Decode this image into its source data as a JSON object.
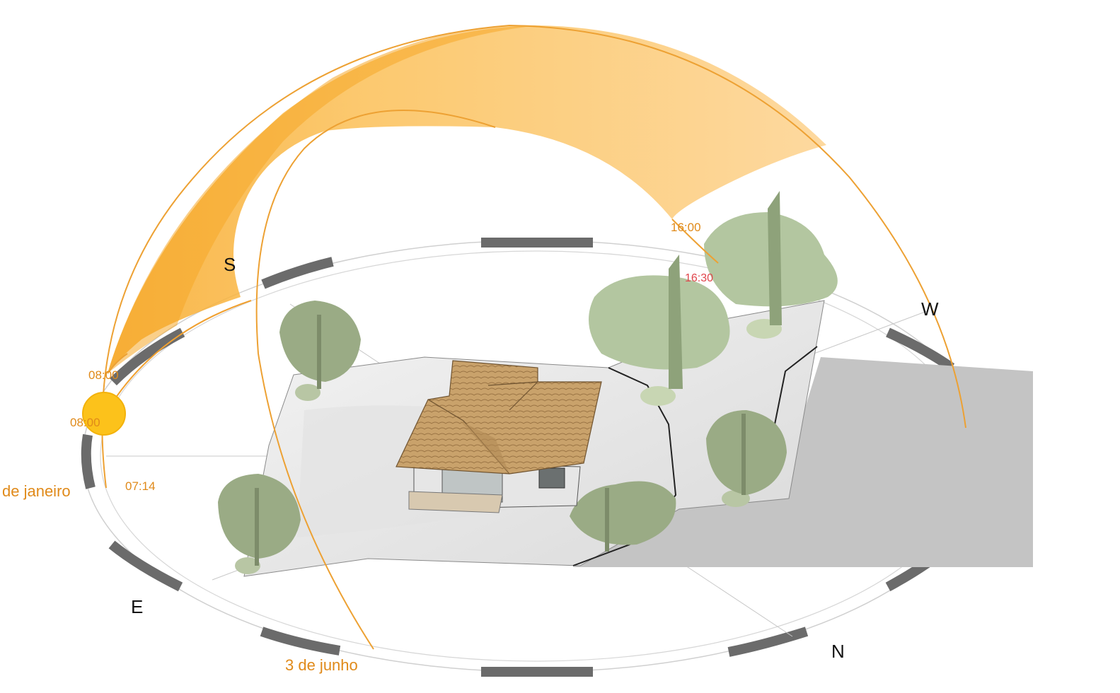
{
  "compass": {
    "south": "S",
    "west": "W",
    "east": "E",
    "north": "N"
  },
  "times": {
    "t_0800_upper": "08:00",
    "t_0800_lower": "08:00",
    "t_0714": "07:14",
    "t_1600": "16:00",
    "t_1630": "16:30"
  },
  "dates": {
    "january": "de janeiro",
    "june": "3 de junho"
  },
  "colors": {
    "sun_band": "#fbc46a",
    "sun_band_dark": "#f4a62a",
    "sun_path_line": "#eda133",
    "sun": "#fcc21b",
    "shadow": "#bdbdbd",
    "foliage": "#a6b890",
    "roof": "#c9a26b",
    "time_orange": "#e08a1a",
    "time_red": "#e0464c"
  },
  "icons": [
    "sun-icon",
    "house-icon",
    "tree-icon"
  ]
}
